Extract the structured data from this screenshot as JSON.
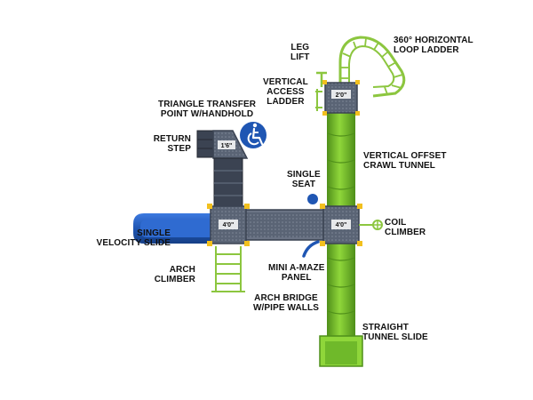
{
  "colors": {
    "deck": "#5a6475",
    "deck_dark": "#3b4352",
    "post_cap": "#f2c01e",
    "tunnel": "#79c52b",
    "tunnel_dark": "#4f8f1a",
    "slide": "#1f56b3",
    "slide_light": "#3d7ae0",
    "ladder": "#8cc63f",
    "ada_badge": "#1f56b3"
  },
  "dimensions": {
    "upper_deck": "2'0\"",
    "triangle_point": "1'6\"",
    "left_deck": "4'0\"",
    "right_deck": "4'0\""
  },
  "labels": {
    "leg_lift": "LEG\nLIFT",
    "loop_ladder": "360° HORIZONTAL\nLOOP LADDER",
    "vertical_access_ladder": "VERTICAL\nACCESS\nLADDER",
    "triangle_transfer": "TRIANGLE TRANSFER\nPOINT W/HANDHOLD",
    "return_step": "RETURN\nSTEP",
    "vertical_offset_tunnel": "VERTICAL OFFSET\nCRAWL TUNNEL",
    "single_seat": "SINGLE\nSEAT",
    "coil_climber": "COIL\nCLIMBER",
    "velocity_slide": "SINGLE\nVELOCITY SLIDE",
    "arch_climber": "ARCH\nCLIMBER",
    "mini_amaze": "MINI A-MAZE\nPANEL",
    "arch_bridge": "ARCH BRIDGE\nW/PIPE WALLS",
    "straight_tunnel": "STRAIGHT\nTUNNEL SLIDE"
  },
  "icons": {
    "ada": "wheelchair-accessibility-icon"
  }
}
